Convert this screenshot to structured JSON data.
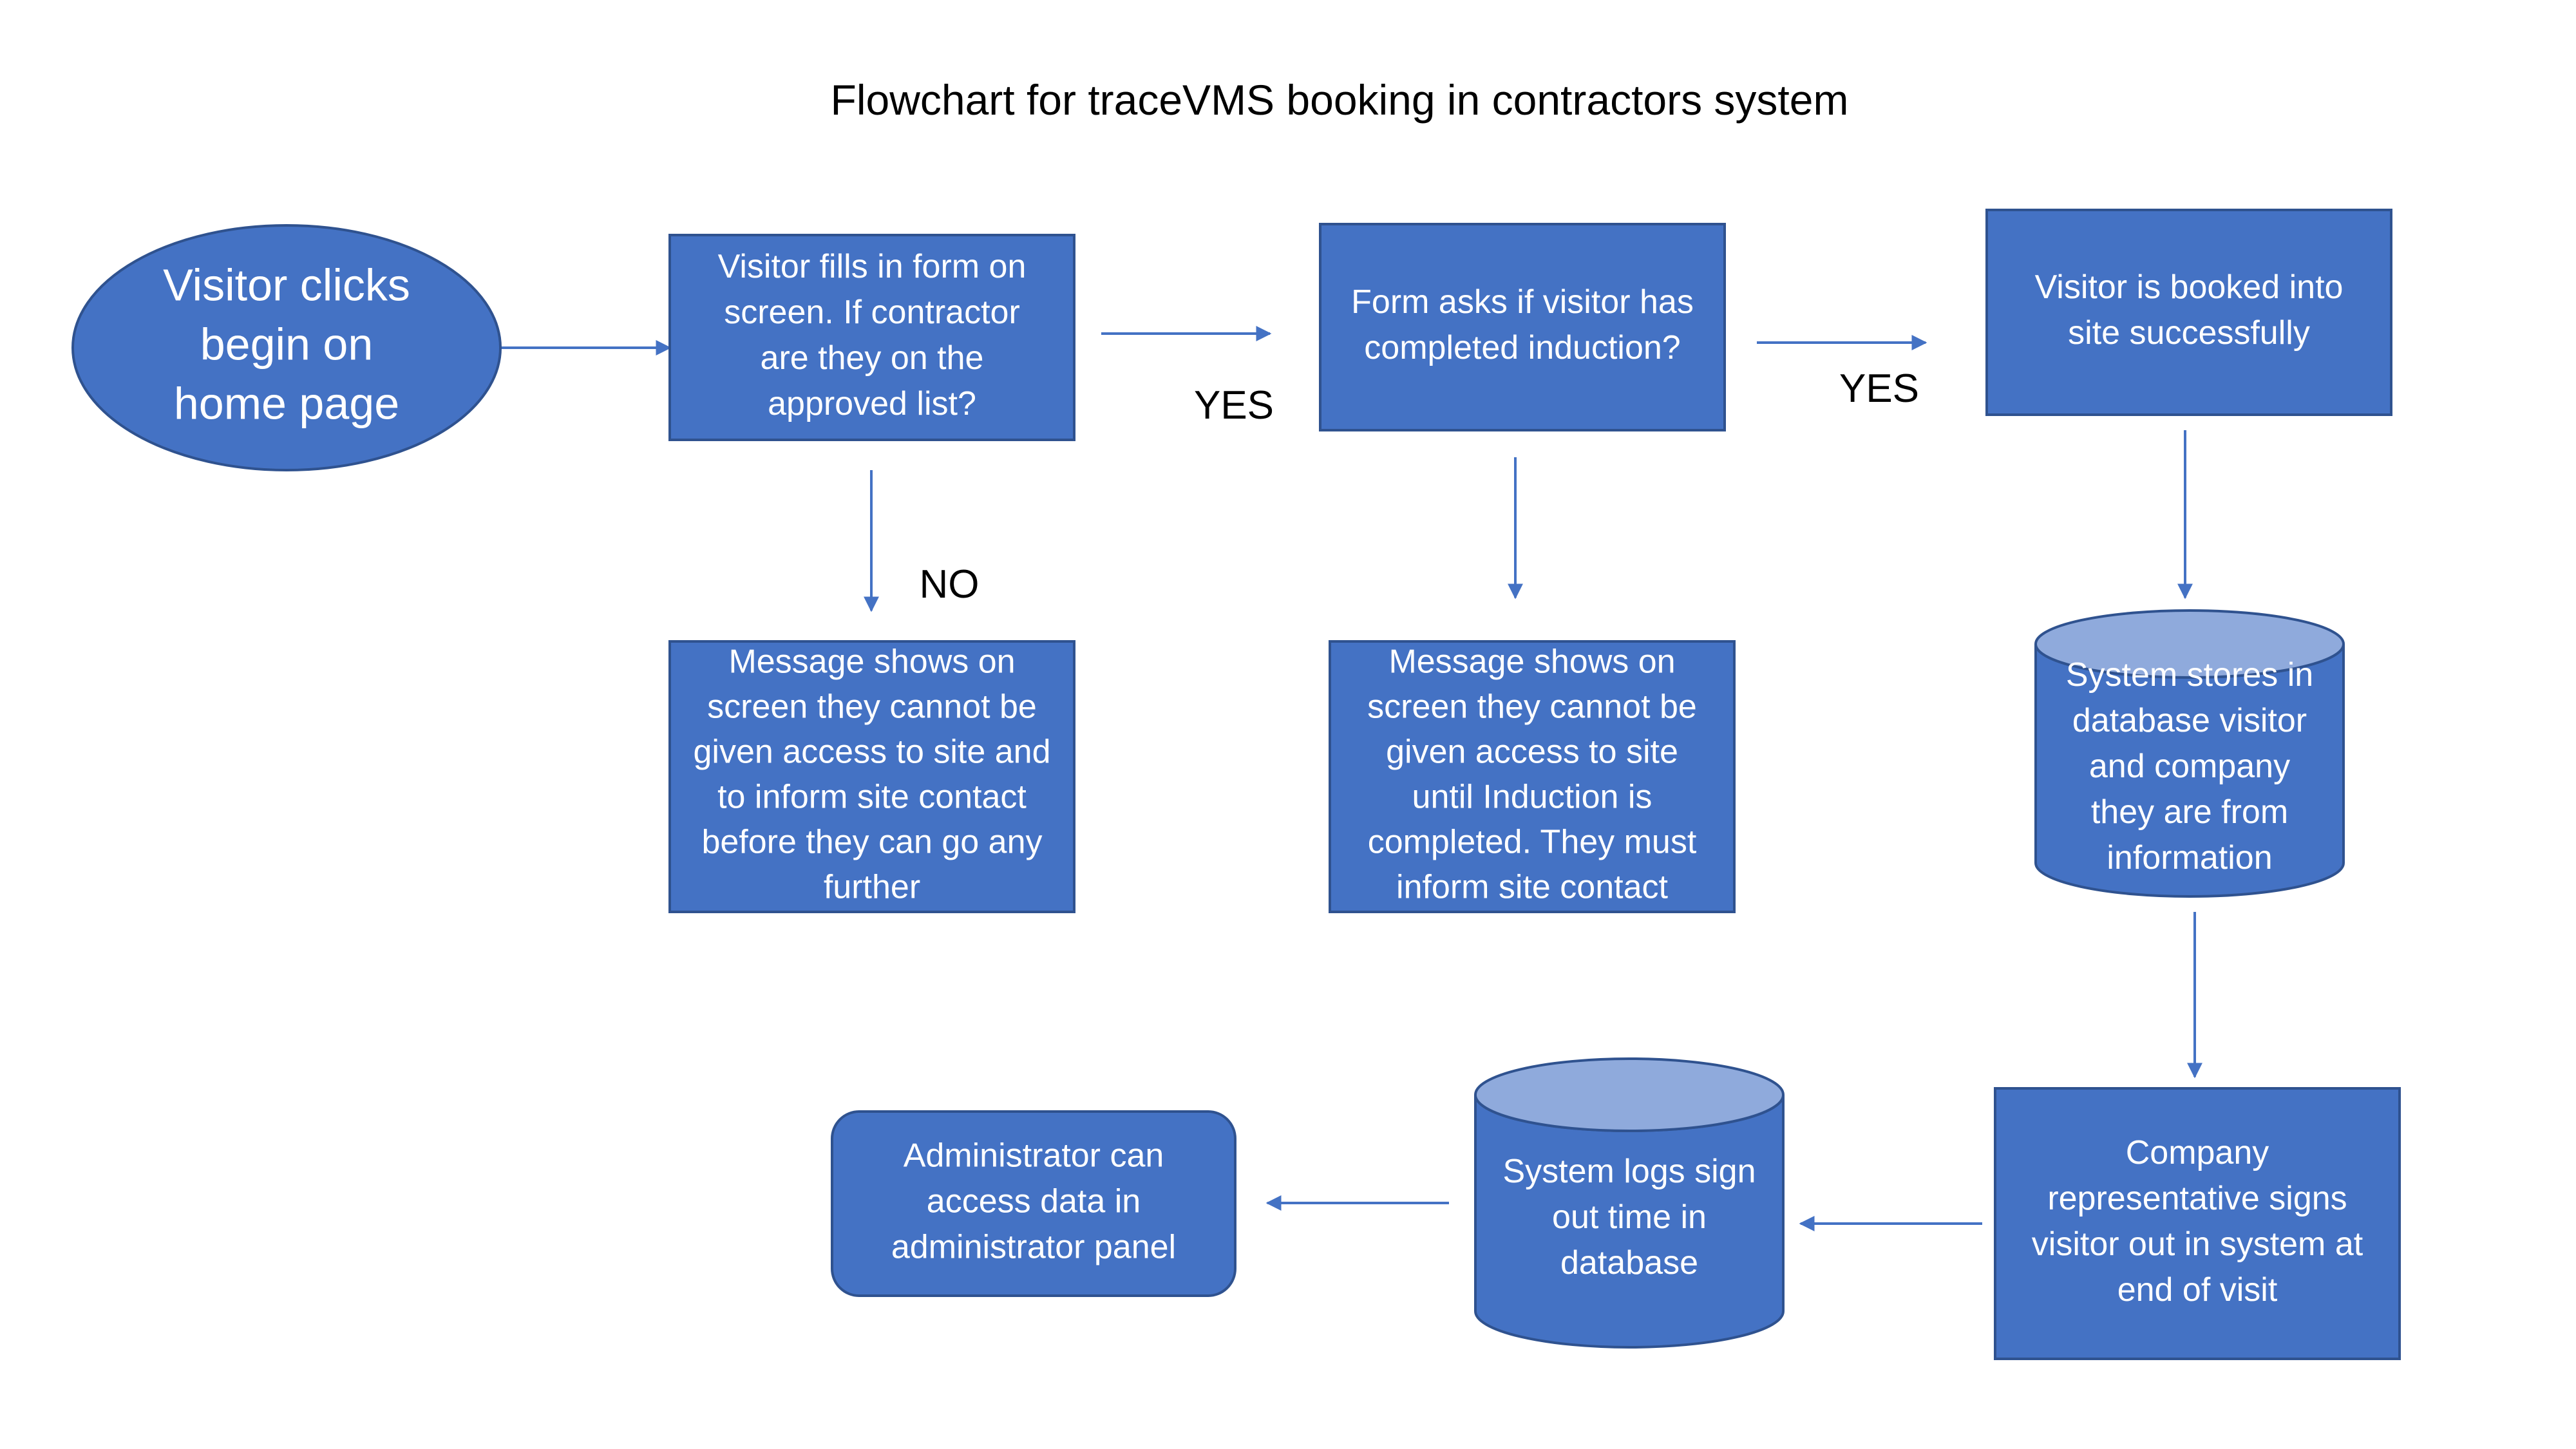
{
  "title": "Flowchart for traceVMS booking in contractors system",
  "colors": {
    "node_fill": "#4472C4",
    "node_stroke": "#2F528F",
    "cylinder_top": "#8FAADC",
    "arrow": "#4472C4",
    "node_text": "#FFFFFF",
    "label_text": "#000000"
  },
  "nodes": {
    "start": {
      "shape": "ellipse",
      "lines": [
        "Visitor clicks",
        "begin on",
        "home page"
      ]
    },
    "form": {
      "shape": "rectangle",
      "lines": [
        "Visitor fills in form on",
        "screen. If contractor",
        "are they on the",
        "approved list?"
      ]
    },
    "induction": {
      "shape": "rectangle",
      "lines": [
        "Form asks if visitor has",
        "completed induction?"
      ]
    },
    "booked": {
      "shape": "rectangle",
      "lines": [
        "Visitor is booked into",
        "site successfully"
      ]
    },
    "deny_list": {
      "shape": "rectangle",
      "lines": [
        "Message shows on",
        "screen they cannot be",
        "given access to site and",
        "to inform site contact",
        "before they can go any",
        "further"
      ]
    },
    "deny_induction": {
      "shape": "rectangle",
      "lines": [
        "Message shows on",
        "screen they cannot be",
        "given access to site",
        "until Induction is",
        "completed. They must",
        "inform site contact"
      ]
    },
    "store_db": {
      "shape": "cylinder",
      "lines": [
        "System stores in",
        "database visitor",
        "and company",
        "they are from",
        "information"
      ]
    },
    "sign_out": {
      "shape": "rectangle",
      "lines": [
        "Company",
        "representative signs",
        "visitor out in system at",
        "end of visit"
      ]
    },
    "log_db": {
      "shape": "cylinder",
      "lines": [
        "System logs sign",
        "out time in",
        "database"
      ]
    },
    "admin": {
      "shape": "rounded-rectangle",
      "lines": [
        "Administrator can",
        "access data in",
        "administrator panel"
      ]
    }
  },
  "edges": [
    {
      "from": "start",
      "to": "form",
      "label": ""
    },
    {
      "from": "form",
      "to": "induction",
      "label": "YES"
    },
    {
      "from": "induction",
      "to": "booked",
      "label": "YES"
    },
    {
      "from": "form",
      "to": "deny_list",
      "label": "NO"
    },
    {
      "from": "induction",
      "to": "deny_induction",
      "label": ""
    },
    {
      "from": "booked",
      "to": "store_db",
      "label": ""
    },
    {
      "from": "store_db",
      "to": "sign_out",
      "label": ""
    },
    {
      "from": "sign_out",
      "to": "log_db",
      "label": ""
    },
    {
      "from": "log_db",
      "to": "admin",
      "label": ""
    }
  ]
}
